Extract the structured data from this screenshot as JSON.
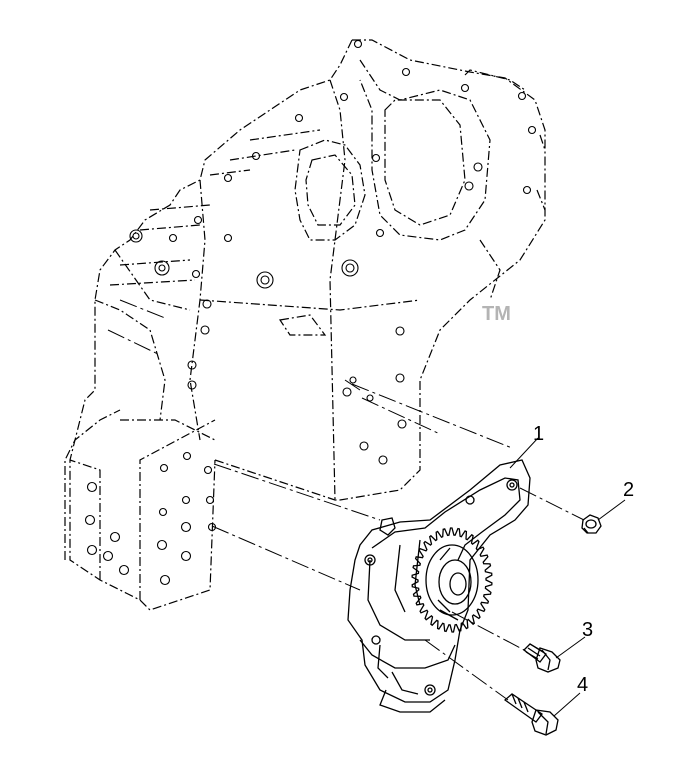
{
  "watermark": {
    "text": "",
    "tm": "TM"
  },
  "callouts": [
    {
      "id": "1",
      "label": "1"
    },
    {
      "id": "2",
      "label": "2"
    },
    {
      "id": "3",
      "label": "3"
    },
    {
      "id": "4",
      "label": "4"
    }
  ],
  "colors": {
    "line": "#000000",
    "watermark": "#b4b4b4",
    "background": "#ffffff"
  }
}
